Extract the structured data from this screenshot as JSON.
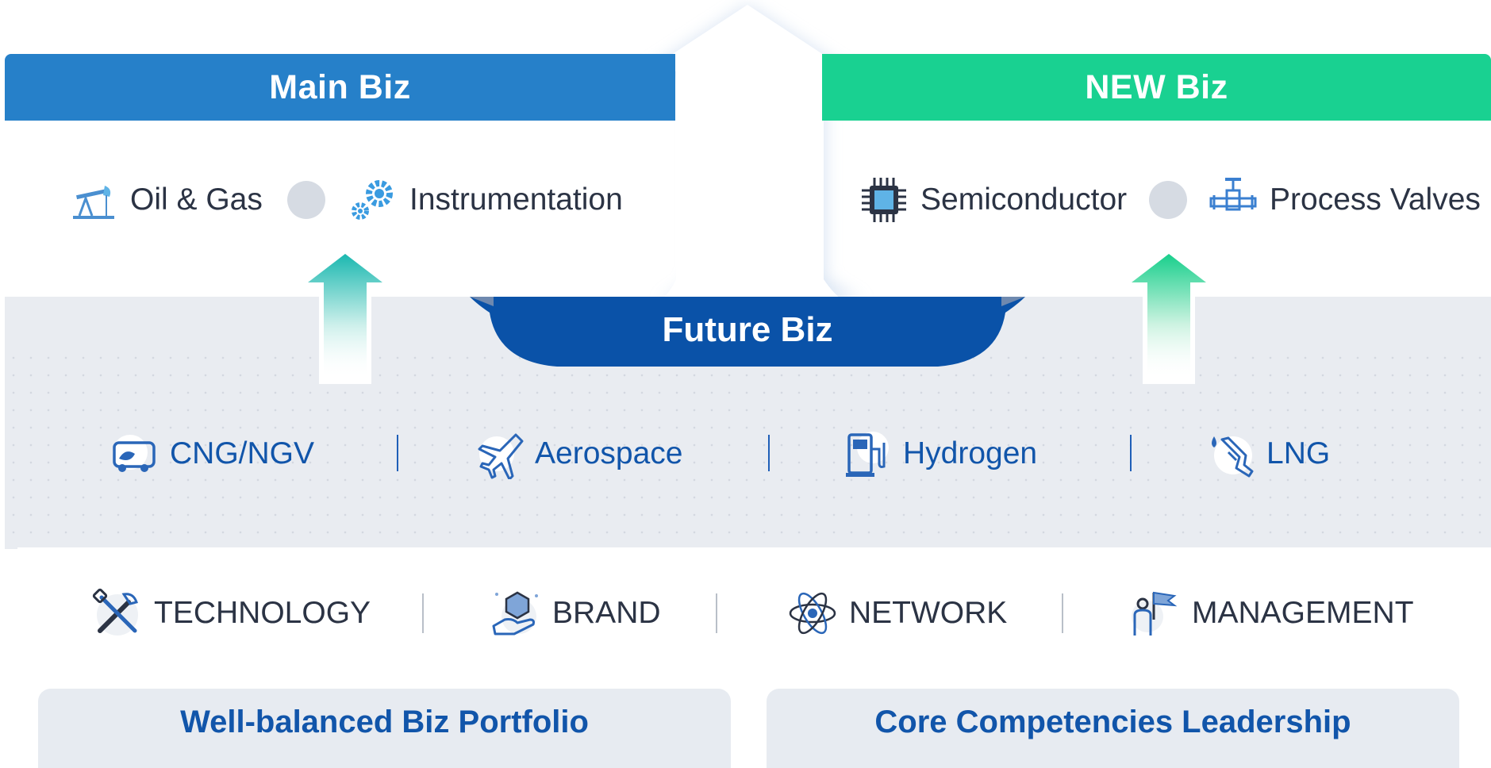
{
  "main_biz": {
    "title": "Main Biz",
    "items": [
      {
        "label": "Oil & Gas",
        "icon": "oil-pump-icon"
      },
      {
        "label": "Instrumentation",
        "icon": "gears-icon"
      }
    ]
  },
  "new_biz": {
    "title": "NEW Biz",
    "items": [
      {
        "label": "Semiconductor",
        "icon": "chip-icon"
      },
      {
        "label": "Process Valves",
        "icon": "valve-icon"
      }
    ]
  },
  "future_biz": {
    "title": "Future Biz",
    "items": [
      {
        "label": "CNG/NGV",
        "icon": "eco-vehicle-icon"
      },
      {
        "label": "Aerospace",
        "icon": "airplane-icon"
      },
      {
        "label": "Hydrogen",
        "icon": "fuel-station-icon"
      },
      {
        "label": "LNG",
        "icon": "fuel-nozzle-icon"
      }
    ]
  },
  "competencies": {
    "items": [
      {
        "label": "TECHNOLOGY",
        "icon": "tools-icon"
      },
      {
        "label": "BRAND",
        "icon": "hand-gem-icon"
      },
      {
        "label": "NETWORK",
        "icon": "atom-icon"
      },
      {
        "label": "MANAGEMENT",
        "icon": "person-flag-icon"
      }
    ]
  },
  "footer": {
    "left": "Well-balanced Biz Portfolio",
    "right": "Core Competencies Leadership"
  },
  "colors": {
    "main_blue": "#2680c9",
    "new_green": "#19d191",
    "future_navy": "#0a52a8",
    "label_blue": "#1155aa",
    "label_dark": "#2b3344"
  }
}
